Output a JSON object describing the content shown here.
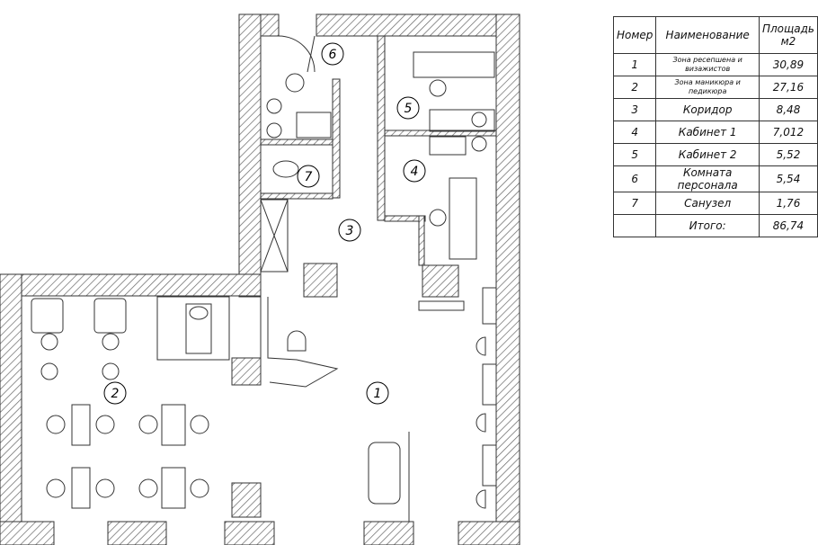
{
  "table": {
    "headers": {
      "number": "Номер",
      "name": "Наименование",
      "area": "Площадь м2"
    },
    "rows": [
      {
        "number": "1",
        "name": "Зона ресепшена и визажистов",
        "area": "30,89"
      },
      {
        "number": "2",
        "name": "Зона маникюра и педикюра",
        "area": "27,16"
      },
      {
        "number": "3",
        "name": "Коридор",
        "area": "8,48"
      },
      {
        "number": "4",
        "name": "Кабинет 1",
        "area": "7,012"
      },
      {
        "number": "5",
        "name": "Кабинет 2",
        "area": "5,52"
      },
      {
        "number": "6",
        "name": "Комната персонала",
        "area": "5,54"
      },
      {
        "number": "7",
        "name": "Санузел",
        "area": "1,76"
      }
    ],
    "total_label": "Итого:",
    "total_area": "86,74"
  },
  "rooms": [
    "1",
    "2",
    "3",
    "4",
    "5",
    "6",
    "7"
  ]
}
